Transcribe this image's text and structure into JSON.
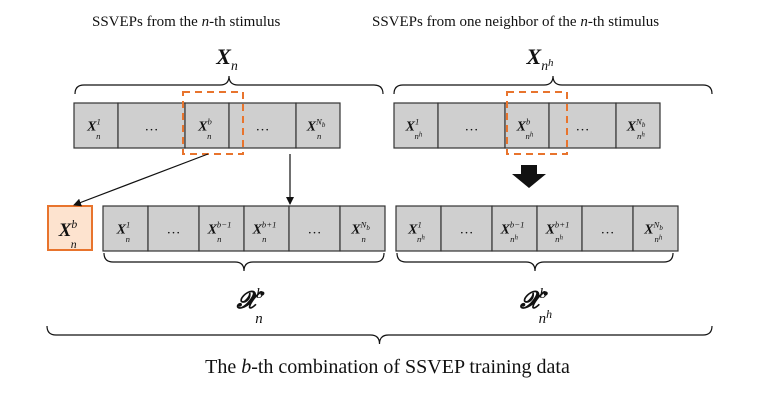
{
  "headings": {
    "left": {
      "before": "SSVEPs from the ",
      "var": "n",
      "after": "-th stimulus"
    },
    "right": {
      "before": "SSVEPs from one neighbor of the ",
      "var": "n",
      "after": "-th stimulus"
    }
  },
  "group_labels": {
    "left": {
      "base": "X",
      "sub": "n",
      "sub_sup": ""
    },
    "right": {
      "base": "X",
      "sub": "n",
      "sub_sup": "h"
    }
  },
  "top_rows": {
    "left": [
      {
        "sup": "1",
        "sub": "n",
        "subsup": ""
      },
      {
        "ellipsis": "…"
      },
      {
        "sup": "b",
        "sub": "n",
        "subsup": ""
      },
      {
        "ellipsis": "…"
      },
      {
        "sup": "N",
        "supsub": "b",
        "sub": "n",
        "subsup": ""
      }
    ],
    "right": [
      {
        "sup": "1",
        "sub": "n",
        "subsup": "h"
      },
      {
        "ellipsis": "…"
      },
      {
        "sup": "b",
        "sub": "n",
        "subsup": "h"
      },
      {
        "ellipsis": "…"
      },
      {
        "sup": "N",
        "supsub": "b",
        "sub": "n",
        "subsup": "h"
      }
    ]
  },
  "bottom_rows": {
    "left": [
      {
        "sup": "1",
        "sub": "n",
        "subsup": ""
      },
      {
        "ellipsis": "…"
      },
      {
        "sup": "b−1",
        "sub": "n",
        "subsup": ""
      },
      {
        "sup": "b+1",
        "sub": "n",
        "subsup": ""
      },
      {
        "ellipsis": "…"
      },
      {
        "sup": "N",
        "supsub": "b",
        "sub": "n",
        "subsup": ""
      }
    ],
    "right": [
      {
        "sup": "1",
        "sub": "n",
        "subsup": "h"
      },
      {
        "ellipsis": "…"
      },
      {
        "sup": "b−1",
        "sub": "n",
        "subsup": "h"
      },
      {
        "sup": "b+1",
        "sub": "n",
        "subsup": "h"
      },
      {
        "ellipsis": "…"
      },
      {
        "sup": "N",
        "supsub": "b",
        "sub": "n",
        "subsup": "h"
      }
    ]
  },
  "extracted_block": {
    "base": "X",
    "sup": "b",
    "sub": "n"
  },
  "sets": {
    "left": {
      "base": "𝓧",
      "sup": "b",
      "sub": "n",
      "subsup": ""
    },
    "right": {
      "base": "𝓧",
      "sup": "b",
      "sub": "n",
      "subsup": "h"
    }
  },
  "final_caption": {
    "before": "The ",
    "var": "b",
    "after": "-th combination of SSVEP training data"
  },
  "colors": {
    "cell_fill": "#cfcfcf",
    "cell_stroke": "#333333",
    "highlight": "#e8742d",
    "extracted_fill": "#fde3cf",
    "text": "#111111"
  }
}
